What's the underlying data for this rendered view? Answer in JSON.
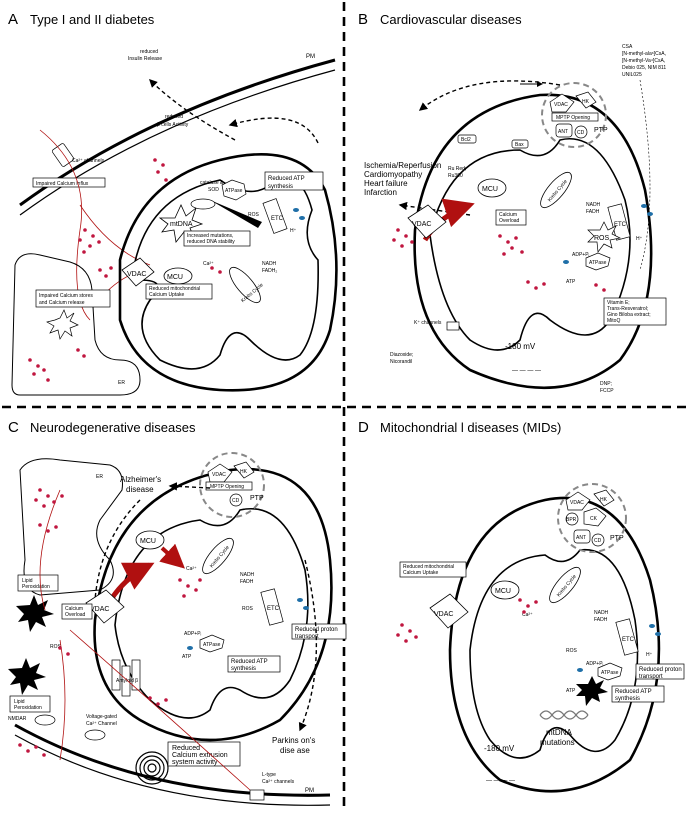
{
  "panels": {
    "a": {
      "letter": "A",
      "title": "Type I and II diabetes",
      "labels": {
        "reduced_insulin": [
          "reduced",
          "Insulin Release"
        ],
        "pm": "PM",
        "reduced_beta": [
          "reduced",
          "β cells Activity"
        ],
        "ca_channels": "Ca²⁺ channels",
        "impaired_influx": "Impaired Calcium Influx",
        "catalase": [
          "catalase &",
          "SOD"
        ],
        "atpase": "ATPase",
        "reduced_atp": [
          "Reduced ATP",
          "synthesis"
        ],
        "mtdna": "mtDNA",
        "ros": "ROS",
        "etc": "ETC",
        "h": "H⁺",
        "mutations": [
          "Increased mutations,",
          "reduced DNA stability"
        ],
        "ca": "Ca²⁺",
        "vdac": "VDAC",
        "mcu": "MCU",
        "nadh": [
          "NADH",
          "FADH₂"
        ],
        "krebs": "Krebs Cycle",
        "impaired_stores": [
          "Impaired Calcium stores",
          "and Calcium release"
        ],
        "reduced_uptake": [
          "Reduced mitochondrial",
          "Calcium Uptake"
        ],
        "er": "ER"
      }
    },
    "b": {
      "letter": "B",
      "title": "Cardiovascular diseases",
      "labels": {
        "csa": [
          "CSA",
          "[N-methyl-ala⁶]CsA,",
          "[N-methyl-Va⁴]CsA,",
          "Debio 025, NIM 811",
          "UNIL025"
        ],
        "vdac_pore": "VDAC",
        "hk": "HK",
        "mptp": "MPTP Opening",
        "ant": "ANT",
        "cd": "CD",
        "ptp": "PTP",
        "bcl2": "Bcl2",
        "bax": "Bax",
        "ru": [
          "Ru Red;",
          "Ru360"
        ],
        "disease": [
          "Ischemia/Reperfusion",
          "Cardiomyopathy",
          "Heart failure",
          "Infarction"
        ],
        "vdac": "VDAC",
        "mcu": "MCU",
        "overload": [
          "Calcium",
          "Overload"
        ],
        "krebs": "Krebs Cycle",
        "nadh": [
          "NADH",
          "FADH"
        ],
        "etc": "ETC",
        "h": "H⁺",
        "ros": "ROS",
        "adp": "ADP+Pᵢ",
        "atpase": "ATPase",
        "atp": "ATP",
        "vitamin": [
          "Vitamin E;",
          "Trans-Resveratrol;",
          "Gino Biloba extract;",
          "MitoQ"
        ],
        "k": "K⁺ channels",
        "diazo": [
          "Diazoxide;",
          "Nicorandil"
        ],
        "mv": "-180 mV",
        "dnp": [
          "DNP;",
          "FCCP"
        ]
      }
    },
    "c": {
      "letter": "C",
      "title": "Neurodegenerative diseases",
      "labels": {
        "er": "ER",
        "alz": [
          "Alzheimer's",
          "disease"
        ],
        "vdac_pore": "VDAC",
        "hk": "HK",
        "mptp": "MPTP Opening",
        "cd": "CD",
        "ptp": "PTP",
        "vdac": "VDAC",
        "mcu": "MCU",
        "ca": "Ca²⁺",
        "krebs": "Krebs Cycle",
        "nadh": [
          "NADH",
          "FADH"
        ],
        "ros": "ROS",
        "etc": "ETC",
        "lipid1": [
          "Lipid",
          "Peroxidation"
        ],
        "overload": [
          "Calcium",
          "Overload"
        ],
        "proton": [
          "Reduced proton",
          "transport"
        ],
        "ros2": "ROS",
        "adp": "ADP+Pᵢ",
        "atpase": "ATPase",
        "atp": "ATP",
        "reduced_atp": [
          "Reduced ATP",
          "synthesis"
        ],
        "lipid2": [
          "Lipid",
          "Peroxidation"
        ],
        "amyloid": "Amyloid β",
        "nmdar": "NMDAR",
        "vgcc": [
          "Voltage-gated",
          "Ca²⁺ Channel"
        ],
        "parkinson": [
          "Parkins on's",
          "dise ase"
        ],
        "extrusion": [
          "Reduced",
          "Calcium extrusion",
          "system activity"
        ],
        "ltype": [
          "L-type",
          "Ca²⁺ channels"
        ],
        "pm": "PM"
      }
    },
    "d": {
      "letter": "D",
      "title": "Mitochondrial l diseases (MIDs)",
      "labels": {
        "vdac_pore": "VDAC",
        "hk": "HK",
        "bpr": "BPR",
        "ck": "CK",
        "ant": "ANT",
        "cd": "CD",
        "ptp": "PTP",
        "reduced_uptake": [
          "Reduced mitochondrial",
          "Calcium Uptake"
        ],
        "vdac": "VDAC",
        "mcu": "MCU",
        "krebs": "Krebs Cycle",
        "nadh": [
          "NADH",
          "FADH"
        ],
        "ca": "Ca²⁺",
        "ros": "ROS",
        "etc": "ETC",
        "h": "H⁺",
        "proton": [
          "Reduced proton",
          "transport"
        ],
        "adp": "ADP+Pᵢ",
        "atpase": "ATPase",
        "atp": "ATP",
        "reduced_atp": [
          "Reduced ATP",
          "synthesis"
        ],
        "mtdna": [
          "mtDNA",
          "mutations"
        ],
        "mv": "-180 mV"
      }
    }
  },
  "colors": {
    "calcium": "#c0163f",
    "proton": "#1f6fa8",
    "membrane_red": "#b01010"
  }
}
